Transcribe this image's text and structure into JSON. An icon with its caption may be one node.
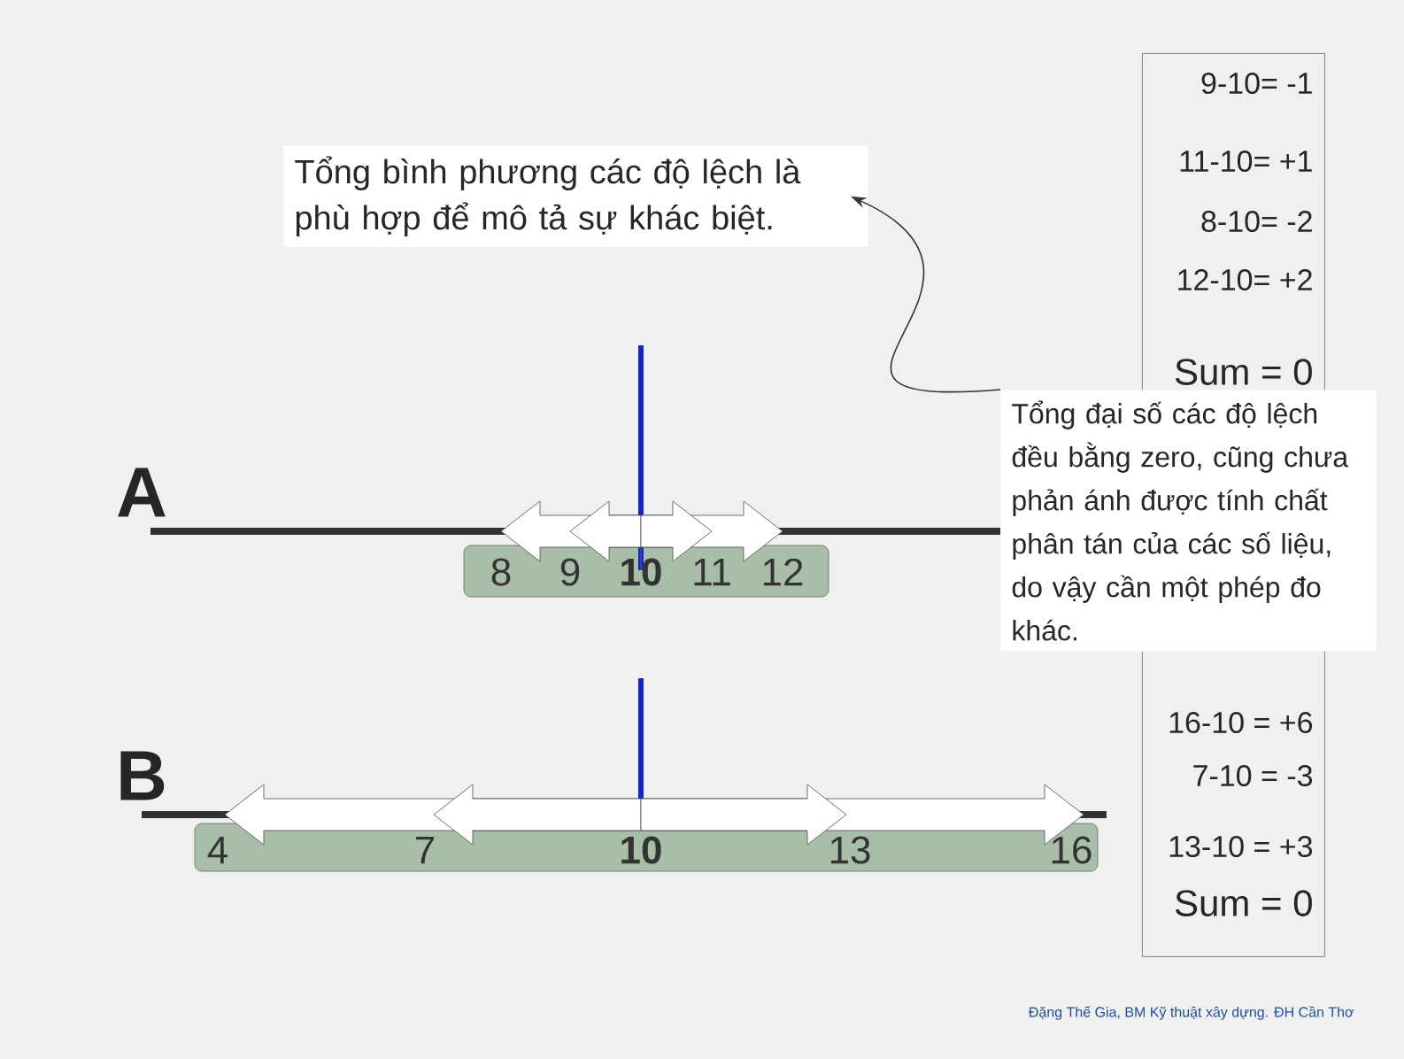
{
  "diagram": {
    "nodes": [
      {
        "text": [
          "Tổng bình phương các độ lệch là phù hợp để mô tả sự khác biệt."
        ]
      },
      {
        "text": [
          "Tổng đại số các độ lệch đều bằng zero, cũng chưa phản ánh được tính chất phân tán của các số liệu, do vậy cần một phép đo khác."
        ]
      },
      {
        "text": [
          "9-10= -1",
          "11-10= +1",
          "8-10= -2",
          "12-10= +2",
          "Sum = 0",
          "16-10 = +6",
          "7-10 =  -3",
          "13-10 = +3",
          "Sum = 0"
        ]
      }
    ],
    "edges": [
      {
        "from": 1,
        "to": 0,
        "arrow": "to"
      }
    ],
    "labels": [
      "A",
      "8",
      "9",
      "10",
      "11",
      "12",
      "B",
      "4",
      "7",
      "10",
      "13",
      "16",
      "Đặng Thế Gia, BM Kỹ thuật xây dựng. ĐH Cần Thơ"
    ]
  }
}
